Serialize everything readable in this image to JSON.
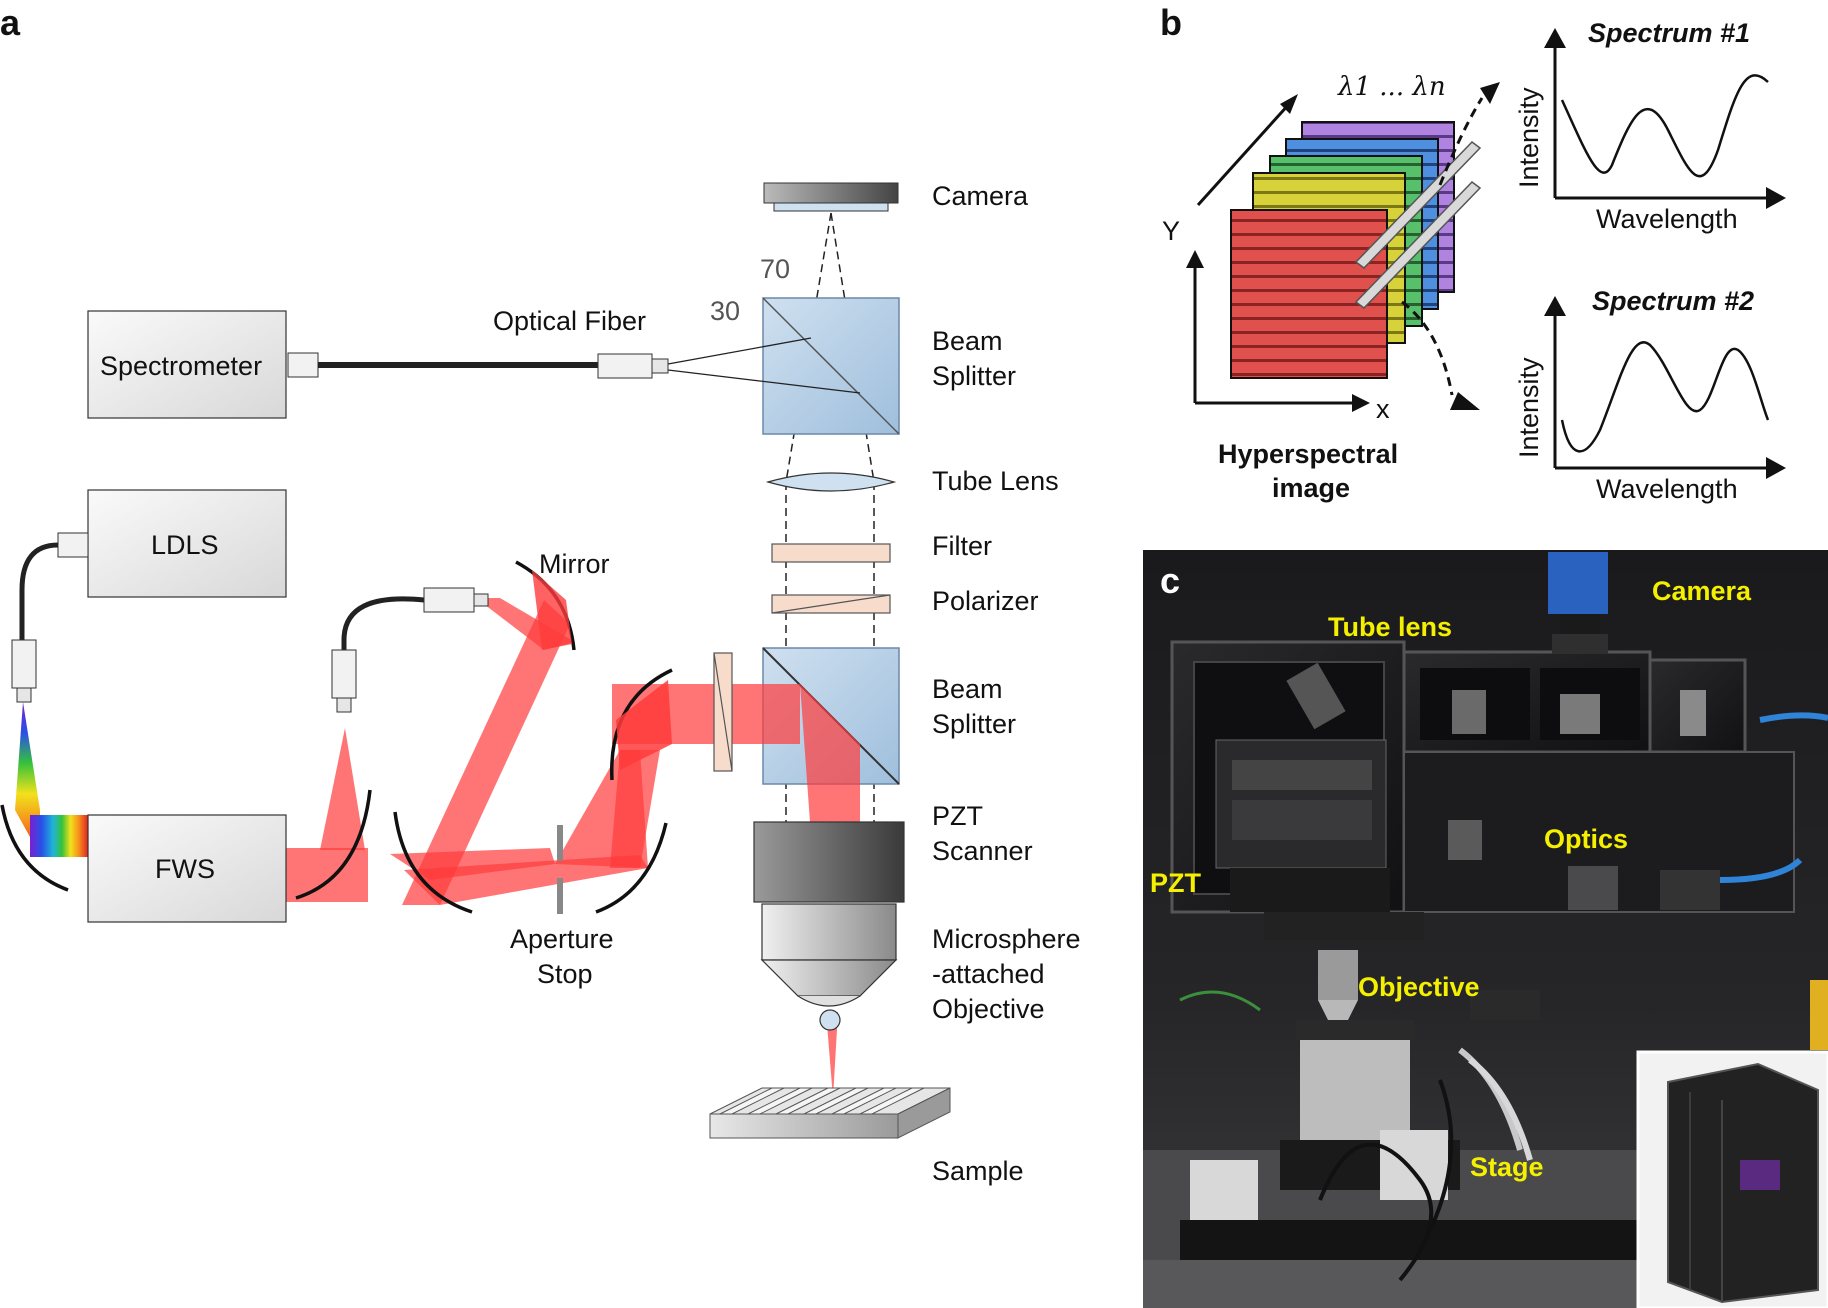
{
  "panels": {
    "a": "a",
    "b": "b",
    "c": "c"
  },
  "panel_a": {
    "camera": "Camera",
    "angle_70": "70",
    "angle_30": "30",
    "spectrometer": "Spectrometer",
    "optical_fiber": "Optical Fiber",
    "beam_splitter_1": [
      "Beam",
      "Splitter"
    ],
    "tube_lens": "Tube Lens",
    "filter": "Filter",
    "polarizer": "Polarizer",
    "ldls": "LDLS",
    "mirror": "Mirror",
    "beam_splitter_2": [
      "Beam",
      "Splitter"
    ],
    "fws": "FWS",
    "pzt_scanner": [
      "PZT",
      "Scanner"
    ],
    "aperture_stop": [
      "Aperture",
      "Stop"
    ],
    "objective": [
      "Microsphere",
      "-attached",
      "Objective"
    ],
    "sample": "Sample"
  },
  "panel_b": {
    "lambda_range": "λ1 ... λn",
    "y_axis": "Y",
    "x_axis": "x",
    "cube_caption": [
      "Hyperspectral",
      "image"
    ],
    "spectrum_1": {
      "title": "Spectrum #1",
      "ylabel": "Intensity",
      "xlabel": "Wavelength"
    },
    "spectrum_2": {
      "title": "Spectrum #2",
      "ylabel": "Intensity",
      "xlabel": "Wavelength"
    },
    "layer_colors": [
      "#b083e0",
      "#4f8fe0",
      "#57c06a",
      "#d8d23a",
      "#e04c48"
    ]
  },
  "panel_c": {
    "camera": "Camera",
    "tube_lens": "Tube lens",
    "pzt": "PZT",
    "optics": "Optics",
    "objective": "Objective",
    "stage": "Stage"
  },
  "colors": {
    "beam_red": "#ff3b3b",
    "stripe_red": "#e0504c",
    "photo_label": "#f4f000"
  }
}
